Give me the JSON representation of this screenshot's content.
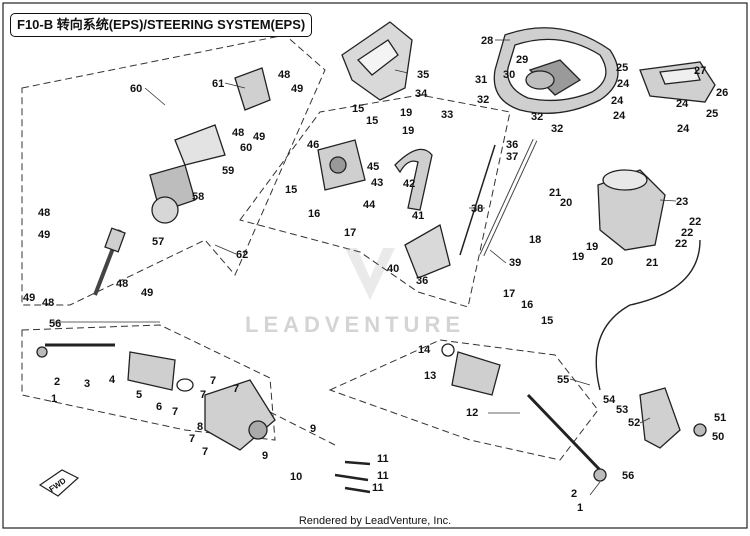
{
  "title": "F10-B 转向系统(EPS)/STEERING SYSTEM(EPS)",
  "watermark": "LEADVENTURE",
  "footer": "Rendered by LeadVenture, Inc.",
  "fwd_label": "FWD",
  "callouts": {
    "c1a": "1",
    "c1b": "1",
    "c2a": "2",
    "c2b": "2",
    "c3": "3",
    "c4": "4",
    "c5": "5",
    "c6": "6",
    "c7a": "7",
    "c7b": "7",
    "c7c": "7",
    "c7d": "7",
    "c7e": "7",
    "c7f": "7",
    "c8": "8",
    "c9a": "9",
    "c9b": "9",
    "c10": "10",
    "c11a": "11",
    "c11b": "11",
    "c11c": "11",
    "c12": "12",
    "c13": "13",
    "c14": "14",
    "c15a": "15",
    "c15b": "15",
    "c15c": "15",
    "c15d": "15",
    "c16a": "16",
    "c16b": "16",
    "c17a": "17",
    "c17b": "17",
    "c18": "18",
    "c19a": "19",
    "c19b": "19",
    "c19c": "19",
    "c19d": "19",
    "c20a": "20",
    "c20b": "20",
    "c21a": "21",
    "c21b": "21",
    "c22a": "22",
    "c22b": "22",
    "c22c": "22",
    "c23": "23",
    "c24a": "24",
    "c24b": "24",
    "c24c": "24",
    "c24d": "24",
    "c24e": "24",
    "c25a": "25",
    "c25b": "25",
    "c26": "26",
    "c27": "27",
    "c28": "28",
    "c29": "29",
    "c30": "30",
    "c31": "31",
    "c32a": "32",
    "c32b": "32",
    "c32c": "32",
    "c33": "33",
    "c34": "34",
    "c35": "35",
    "c36a": "36",
    "c36b": "36",
    "c37": "37",
    "c38": "38",
    "c39": "39",
    "c40": "40",
    "c41": "41",
    "c42": "42",
    "c43": "43",
    "c44": "44",
    "c45": "45",
    "c46": "46",
    "c48a": "48",
    "c48b": "48",
    "c48c": "48",
    "c48d": "48",
    "c48e": "48",
    "c49a": "49",
    "c49b": "49",
    "c49c": "49",
    "c49d": "49",
    "c49e": "49",
    "c50": "50",
    "c51": "51",
    "c52": "52",
    "c53": "53",
    "c54": "54",
    "c55": "55",
    "c56a": "56",
    "c56b": "56",
    "c57": "57",
    "c58": "58",
    "c59": "59",
    "c60a": "60",
    "c60b": "60",
    "c61": "61",
    "c62": "62"
  }
}
